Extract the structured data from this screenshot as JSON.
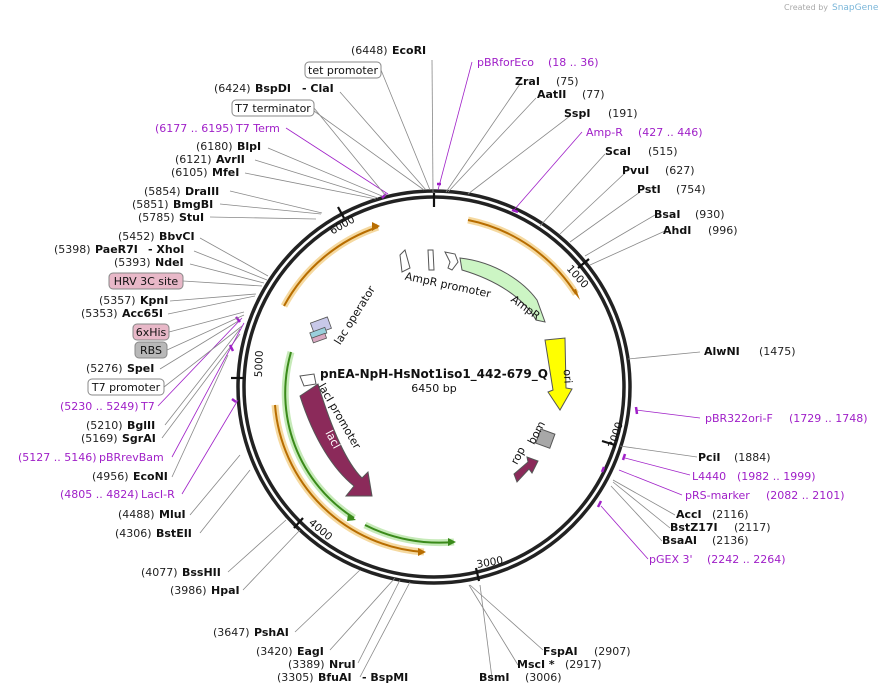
{
  "brand": {
    "created_by": "Created by",
    "name": "SnapGene"
  },
  "plasmid": {
    "name": "pnEA-NpH-HsNot1iso1_442-679_Q",
    "size": "6450 bp"
  },
  "ticks": [
    "1000",
    "2000",
    "3000",
    "4000",
    "5000",
    "6000"
  ],
  "enzymes_right": [
    {
      "name": "ZraI",
      "pos": "(75)"
    },
    {
      "name": "AatII",
      "pos": "(77)"
    },
    {
      "name": "SspI",
      "pos": "(191)"
    },
    {
      "name": "ScaI",
      "pos": "(515)"
    },
    {
      "name": "PvuI",
      "pos": "(627)"
    },
    {
      "name": "PstI",
      "pos": "(754)"
    },
    {
      "name": "BsaI",
      "pos": "(930)"
    },
    {
      "name": "AhdI",
      "pos": "(996)"
    },
    {
      "name": "AlwNI",
      "pos": "(1475)"
    },
    {
      "name": "PciI",
      "pos": "(1884)"
    },
    {
      "name": "AccI",
      "pos": "(2116)"
    },
    {
      "name": "BstZ17I",
      "pos": "(2117)"
    },
    {
      "name": "BsaAI",
      "pos": "(2136)"
    },
    {
      "name": "FspAI",
      "pos": "(2907)"
    },
    {
      "name": "MscI *",
      "pos": "(2917)"
    },
    {
      "name": "BsmI",
      "pos": "(3006)"
    }
  ],
  "enzymes_left": [
    {
      "name": "EcoRI",
      "pos": "(6448)"
    },
    {
      "name": "BspDI",
      "pos": "(6424)",
      "extra": "- ClaI"
    },
    {
      "name": "BlpI",
      "pos": "(6180)"
    },
    {
      "name": "AvrII",
      "pos": "(6121)"
    },
    {
      "name": "MfeI",
      "pos": "(6105)"
    },
    {
      "name": "DraIII",
      "pos": "(5854)"
    },
    {
      "name": "BmgBI",
      "pos": "(5851)"
    },
    {
      "name": "StuI",
      "pos": "(5785)"
    },
    {
      "name": "BbvCI",
      "pos": "(5452)"
    },
    {
      "name": "PaeR7I",
      "pos": "(5398)",
      "extra": "- XhoI"
    },
    {
      "name": "NdeI",
      "pos": "(5393)"
    },
    {
      "name": "KpnI",
      "pos": "(5357)"
    },
    {
      "name": "Acc65I",
      "pos": "(5353)"
    },
    {
      "name": "SpeI",
      "pos": "(5276)"
    },
    {
      "name": "BglII",
      "pos": "(5210)"
    },
    {
      "name": "SgrAI",
      "pos": "(5169)"
    },
    {
      "name": "EcoNI",
      "pos": "(4956)"
    },
    {
      "name": "MluI",
      "pos": "(4488)"
    },
    {
      "name": "BstEII",
      "pos": "(4306)"
    },
    {
      "name": "BssHII",
      "pos": "(4077)"
    },
    {
      "name": "HpaI",
      "pos": "(3986)"
    },
    {
      "name": "PshAI",
      "pos": "(3647)"
    },
    {
      "name": "EagI",
      "pos": "(3420)"
    },
    {
      "name": "NruI",
      "pos": "(3389)"
    },
    {
      "name": "BfuAI",
      "pos": "(3305)",
      "extra": "- BspMI"
    }
  ],
  "primers": [
    {
      "name": "pBRforEco",
      "range": "(18 .. 36)"
    },
    {
      "name": "Amp-R",
      "range": "(427 .. 446)"
    },
    {
      "name": "pBR322ori-F",
      "range": "(1729 .. 1748)"
    },
    {
      "name": "L4440",
      "range": "(1982 .. 1999)"
    },
    {
      "name": "pRS-marker",
      "range": "(2082 .. 2101)"
    },
    {
      "name": "pGEX 3'",
      "range": "(2242 .. 2264)"
    },
    {
      "name": "T7 Term",
      "range": "(6177 .. 6195)"
    },
    {
      "name": "T7",
      "range": "(5230 .. 5249)"
    },
    {
      "name": "pBRrevBam",
      "range": "(5127 .. 5146)"
    },
    {
      "name": "LacI-R",
      "range": "(4805 .. 4824)"
    }
  ],
  "boxed_features": [
    "tet promoter",
    "T7 terminator",
    "HRV 3C site",
    "6xHis",
    "RBS",
    "T7 promoter"
  ],
  "inner_features": [
    "AmpR promoter",
    "AmpR",
    "ori",
    "rop",
    "bom",
    "lacI promoter",
    "lacI",
    "lac operator"
  ],
  "colors": {
    "backbone": "#222222",
    "primer": "#a020c8",
    "ampr": "#ccf5c4",
    "ori": "#ffff00",
    "laci": "#8b2a5a",
    "orf_arrow": "#e08a00",
    "green_arrow": "#3a9a1a"
  }
}
